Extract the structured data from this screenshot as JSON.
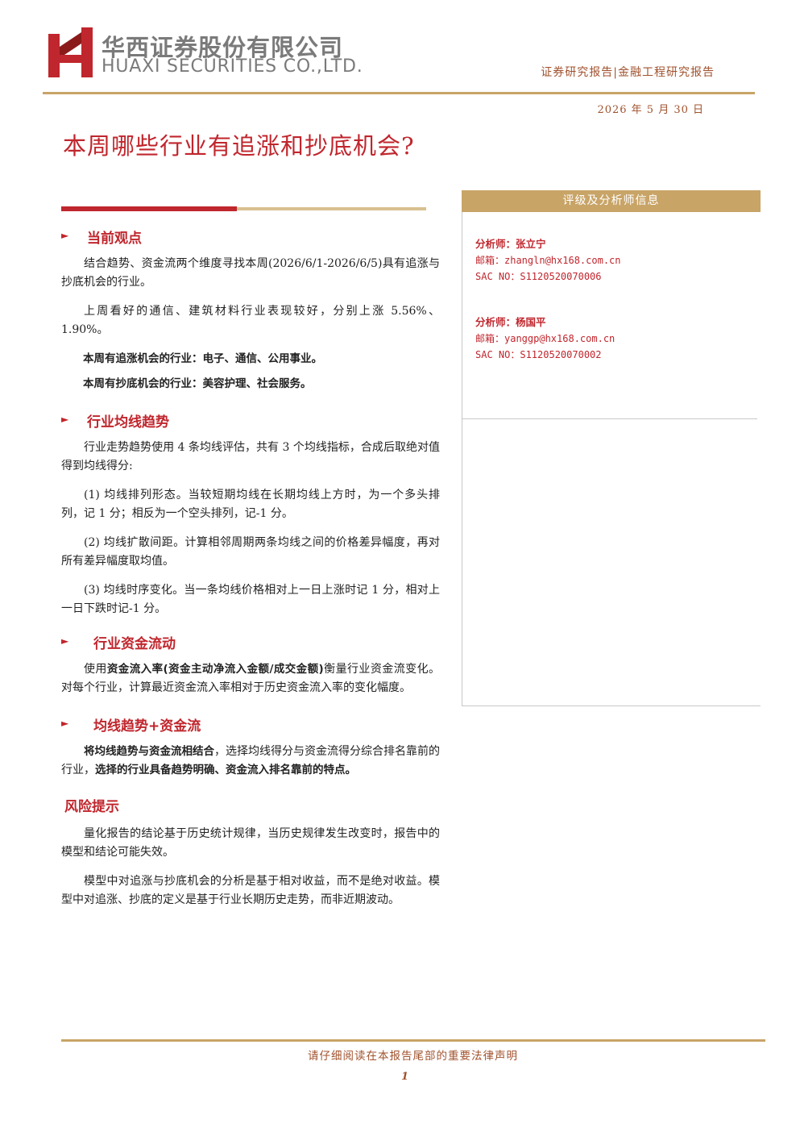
{
  "header": {
    "company_cn": "华西证券股份有限公司",
    "company_en": "HUAXI SECURITIES CO.,LTD.",
    "report_type": "证券研究报告|金融工程研究报告",
    "date": "2026 年 5 月 30 日"
  },
  "title": "本周哪些行业有追涨和抄底机会?",
  "sections": {
    "s1": {
      "title": "当前观点",
      "p1": "结合趋势、资金流两个维度寻找本周(2026/6/1-2026/6/5)具有追涨与抄底机会的行业。",
      "p2": "上周看好的通信、建筑材料行业表现较好，分别上涨 5.56%、1.90%。",
      "p3": "本周有追涨机会的行业：电子、通信、公用事业。",
      "p4": "本周有抄底机会的行业：美容护理、社会服务。"
    },
    "s2": {
      "title": "行业均线趋势",
      "p1": "行业走势趋势使用 4 条均线评估，共有 3 个均线指标，合成后取绝对值得到均线得分:",
      "p2": "(1)  均线排列形态。当较短期均线在长期均线上方时，为一个多头排列，记 1 分；相反为一个空头排列，记-1 分。",
      "p3": "(2) 均线扩散间距。计算相邻周期两条均线之间的价格差异幅度，再对所有差异幅度取均值。",
      "p4": "(3) 均线时序变化。当一条均线价格相对上一日上涨时记 1 分，相对上一日下跌时记-1 分。"
    },
    "s3": {
      "title": "行业资金流动",
      "p1_a": "使用",
      "p1_b": "资金流入率(资金主动净流入金额/成交金额)",
      "p1_c": "衡量行业资金流变化。对每个行业，计算最近资金流入率相对于历史资金流入率的变化幅度。"
    },
    "s4": {
      "title": "均线趋势+资金流",
      "p1_a": "将均线趋势与资金流相结合",
      "p1_b": "，选择均线得分与资金流得分综合排名靠前的行业，",
      "p1_c": "选择的行业具备趋势明确、资金流入排名靠前的特点。"
    },
    "risk": {
      "title": "风险提示",
      "p1": "量化报告的结论基于历史统计规律，当历史规律发生改变时，报告中的模型和结论可能失效。",
      "p2": "模型中对追涨与抄底机会的分析是基于相对收益，而不是绝对收益。模型中对追涨、抄底的定义是基于行业长期历史走势，而非近期波动。"
    }
  },
  "sidebar": {
    "title": "评级及分析师信息",
    "analysts": [
      {
        "name": "分析师：张立宁",
        "email": "邮箱：zhangln@hx168.com.cn",
        "sac": "SAC NO：S1120520070006"
      },
      {
        "name": "分析师：杨国平",
        "email": "邮箱：yanggp@hx168.com.cn",
        "sac": "SAC NO：S1120520070002"
      }
    ]
  },
  "footer": {
    "notice": "请仔细阅读在本报告尾部的重要法律声明",
    "page": "1"
  },
  "colors": {
    "accent_red": "#c0262d",
    "gold": "#c8a467",
    "brown": "#a0522d"
  }
}
